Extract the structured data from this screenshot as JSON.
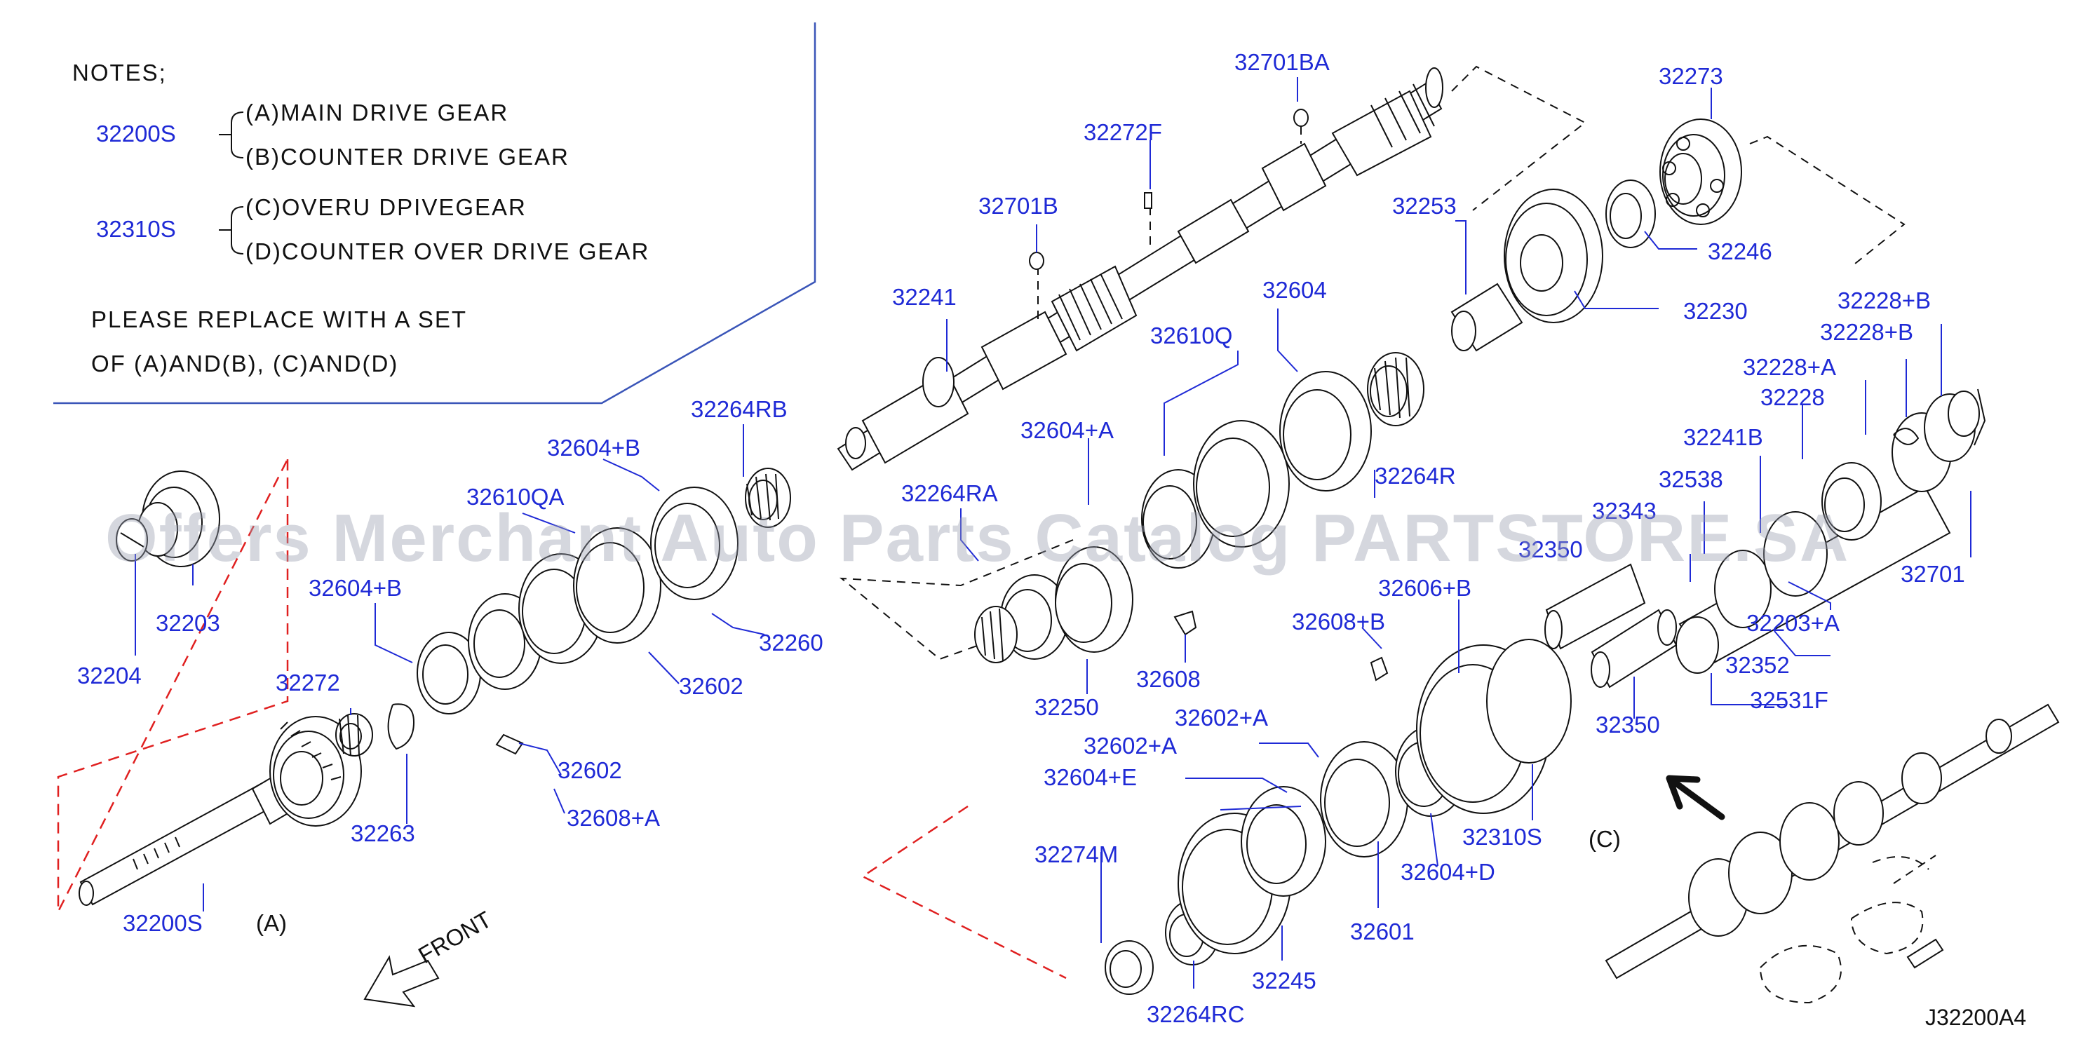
{
  "notes": {
    "heading": "NOTES;",
    "group1_pn": "32200S",
    "group1_a": "(A)MAIN  DRIVE  GEAR",
    "group1_b": "(B)COUNTER  DRIVE  GEAR",
    "group2_pn": "32310S",
    "group2_c": "(C)OVERU  DPIVEGEAR",
    "group2_d": "(D)COUNTER  OVER  DRIVE  GEAR",
    "replace_line1": "PLEASE  REPLACE  WITH  A  SET",
    "replace_line2": "OF  (A)AND(B),  (C)AND(D)"
  },
  "parts": {
    "p32701BA": "32701BA",
    "p32273": "32273",
    "p32272F": "32272F",
    "p32701B": "32701B",
    "p32253": "32253",
    "p32246": "32246",
    "p32241": "32241",
    "p32604": "32604",
    "p32230": "32230",
    "p32610Q": "32610Q",
    "p32228B_1": "32228+B",
    "p32228B_2": "32228+B",
    "p32264RB": "32264RB",
    "p32228A": "32228+A",
    "p32228": "32228",
    "p32604B_1": "32604+B",
    "p32604A": "32604+A",
    "p32264R": "32264R",
    "p32241B": "32241B",
    "p32610QA": "32610QA",
    "p32264RA": "32264RA",
    "p32538": "32538",
    "p32343": "32343",
    "p32350_top": "32350",
    "p32701": "32701",
    "p32604B_2": "32604+B",
    "p32606B": "32606+B",
    "p32203A": "32203+A",
    "p32203": "32203",
    "p32260": "32260",
    "p32608B": "32608+B",
    "p32352": "32352",
    "p32204": "32204",
    "p32602_1": "32602",
    "p32608": "32608",
    "p32531F": "32531F",
    "p32272": "32272",
    "p32250": "32250",
    "p32602A_1": "32602+A",
    "p32350": "32350",
    "p32602A_2": "32602+A",
    "p32602_2": "32602",
    "p32604E": "32604+E",
    "p32608A": "32608+A",
    "p32263": "32263",
    "p32310S": "32310S",
    "p32274M": "32274M",
    "p32604D": "32604+D",
    "p32200S": "32200S",
    "p32601": "32601",
    "p32245": "32245",
    "p32264RC": "32264RC"
  },
  "labels": {
    "A": "(A)",
    "C": "(C)",
    "front": "FRONT",
    "diagram_code": "J32200A4"
  },
  "watermark": "Offers Merchant Auto Parts Catalog PARTSTORE.SA",
  "colors": {
    "part_number": "#1f2ad6",
    "outline": "#111111",
    "set_boundary": "#e02020",
    "watermark": "#9aa0b0"
  }
}
